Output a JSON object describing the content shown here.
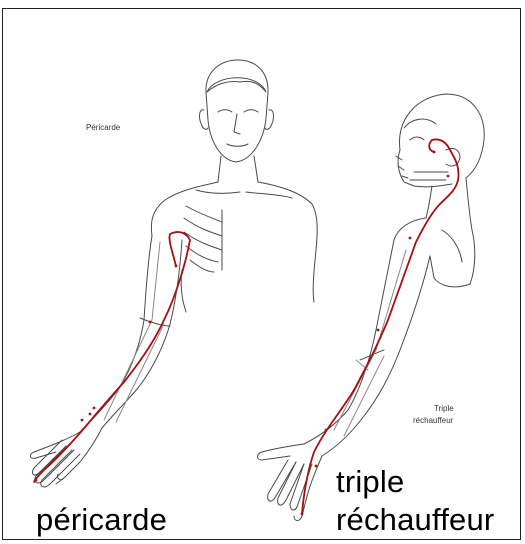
{
  "labels": {
    "pericarde_small": "Péricarde",
    "triple_small_1": "Triple",
    "triple_small_2": "réchauffeur",
    "pericarde_caption": "péricarde",
    "triple_caption_1": "triple",
    "triple_caption_2": "réchauffeur"
  },
  "colors": {
    "meridian": "#a40f0f",
    "outline": "#4a4a4a",
    "background": "#ffffff"
  }
}
